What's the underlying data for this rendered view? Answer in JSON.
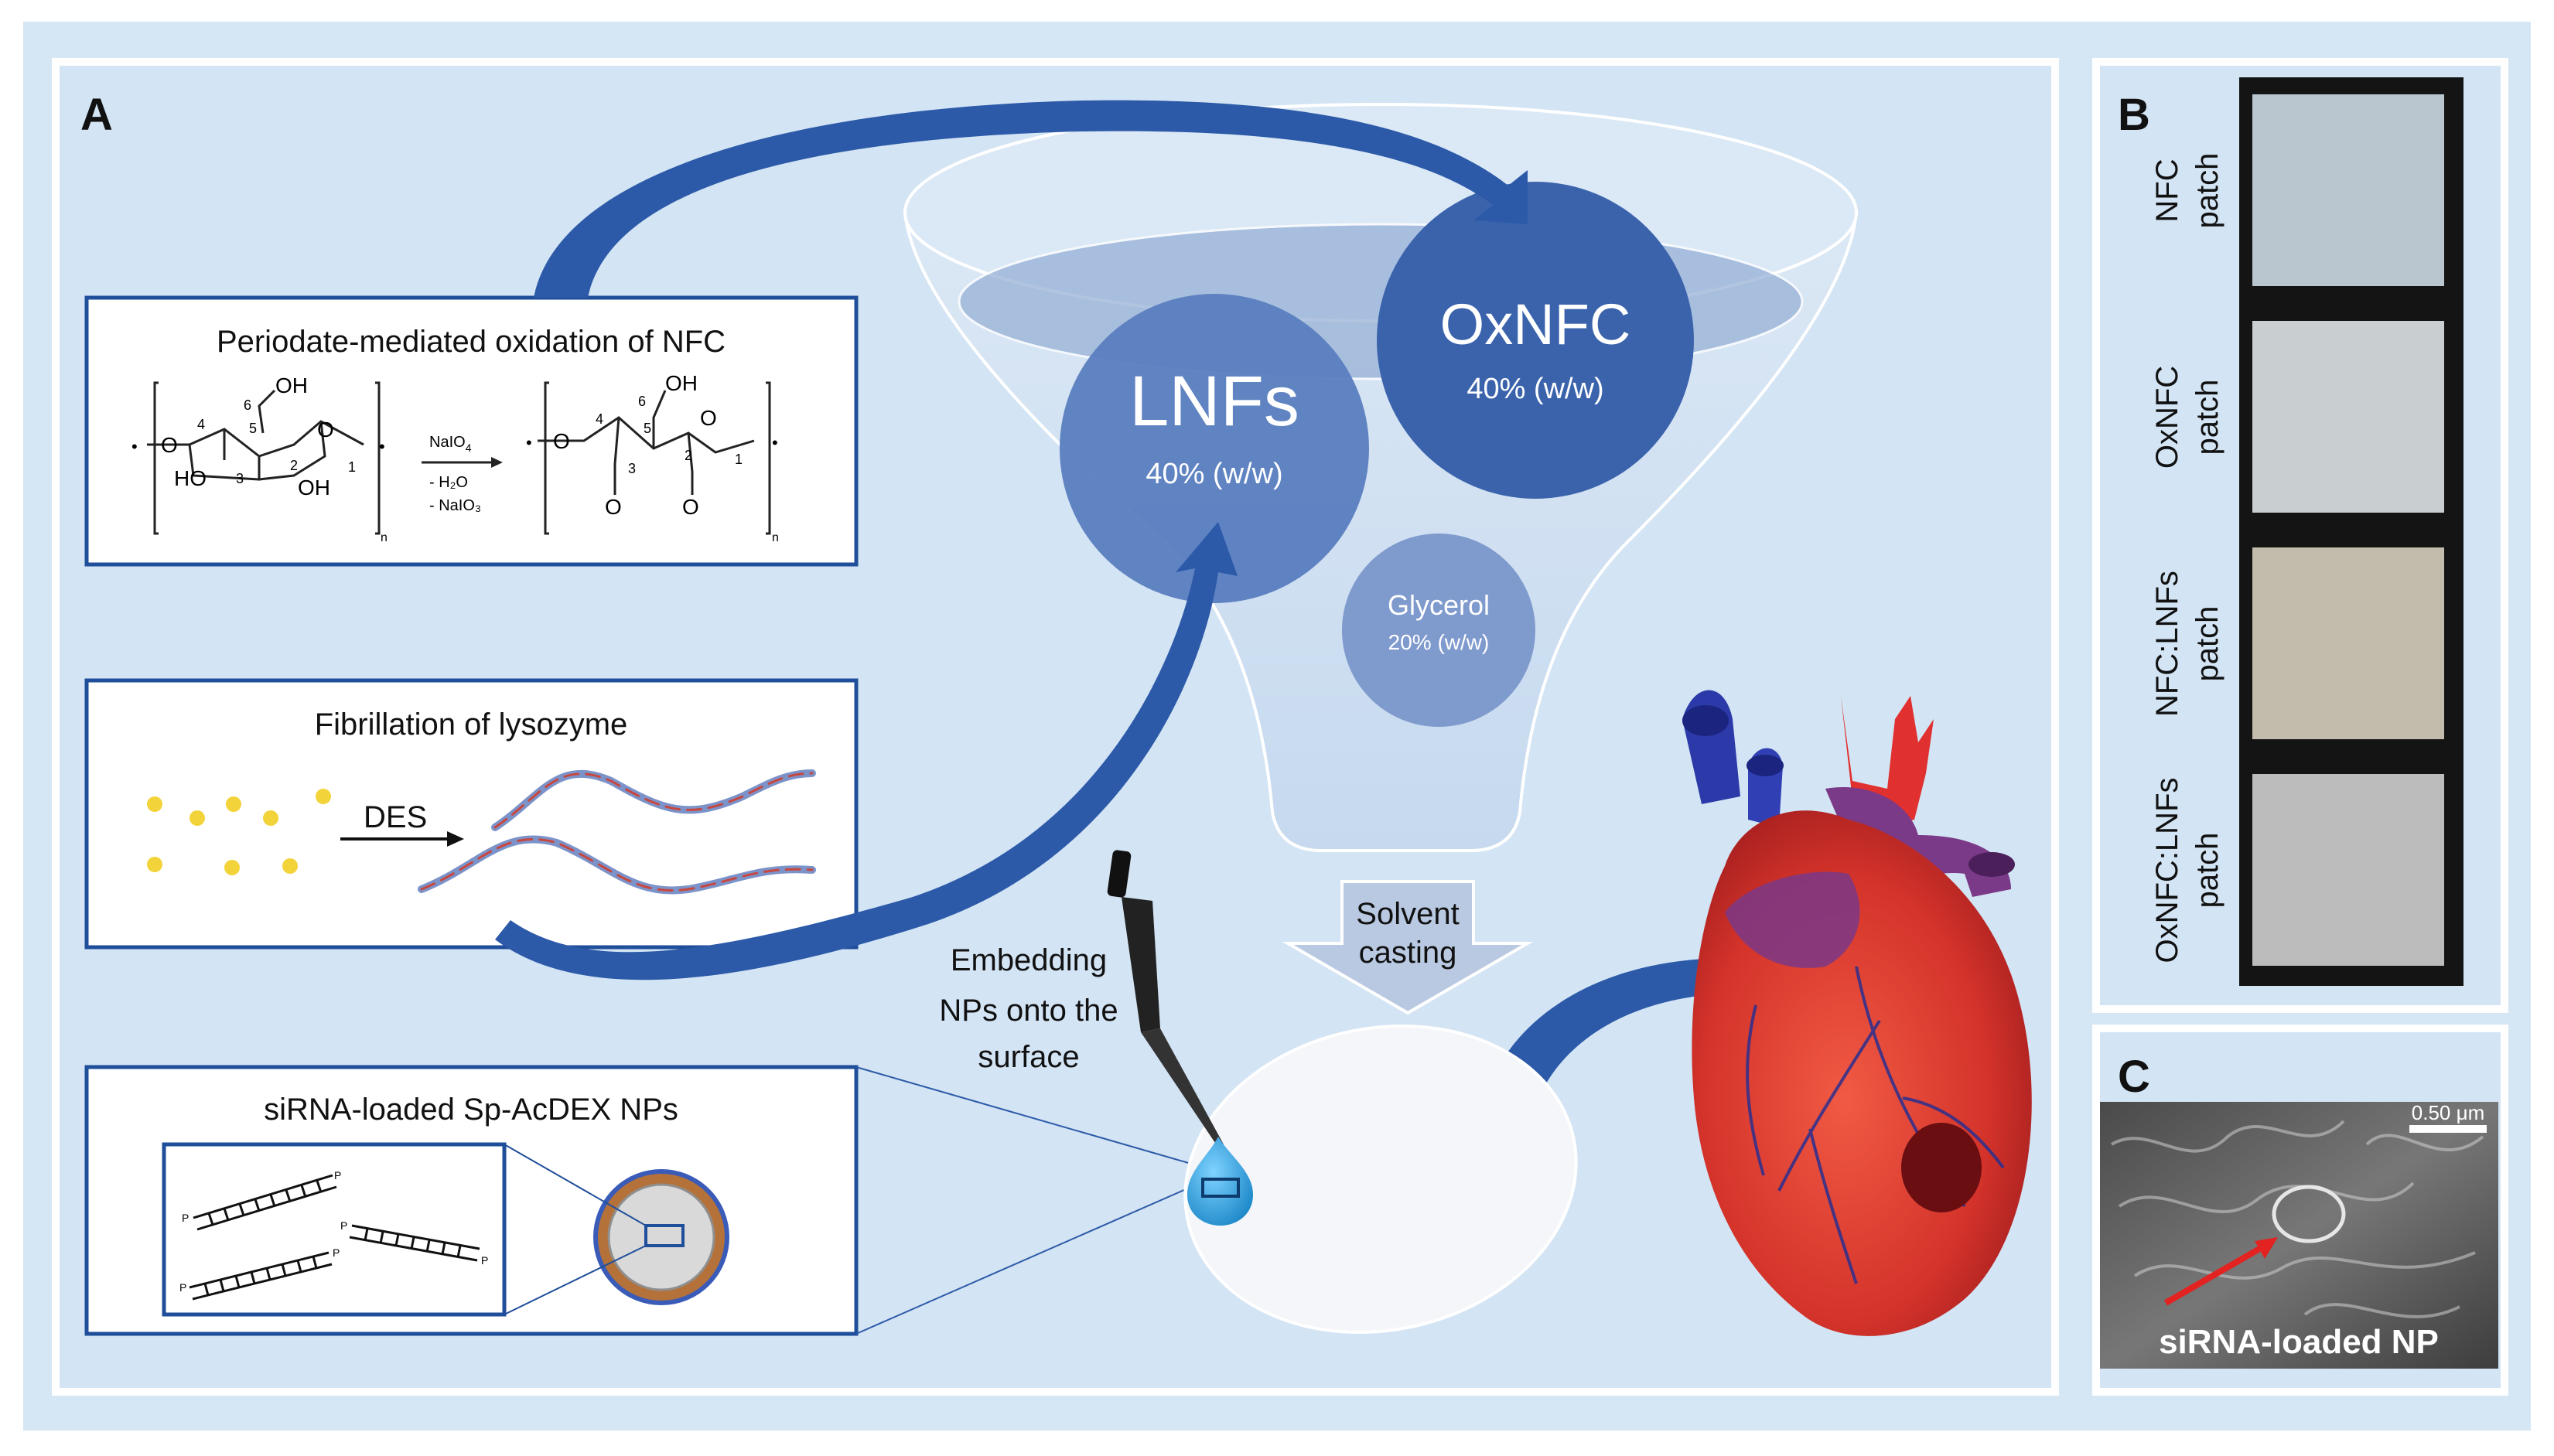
{
  "panel_a": {
    "letter": "A",
    "box_oxidation": {
      "title": "Periodate-mediated oxidation of NFC",
      "reagents": {
        "main": "NaIO",
        "sub": "4",
        "line2": "- H₂O",
        "line3": "- NaIO₃"
      },
      "atom_labels": [
        "OH",
        "6",
        "5",
        "O",
        "4",
        "1",
        "2",
        "3",
        "HO",
        "OH",
        "O",
        "n"
      ],
      "product_labels": [
        "OH",
        "6",
        "5",
        "O",
        "4",
        "2",
        "1",
        "3",
        "O",
        "O",
        "O",
        "n"
      ]
    },
    "box_fibrillation": {
      "title": "Fibrillation of lysozyme",
      "arrow_label": "DES"
    },
    "box_nps": {
      "title": "siRNA-loaded Sp-AcDEX NPs",
      "strand_label": "P"
    },
    "funnel": {
      "lnfs": {
        "name": "LNFs",
        "amount": "40% (w/w)"
      },
      "oxnfc": {
        "name": "OxNFC",
        "amount": "40% (w/w)"
      },
      "glycerol": {
        "name": "Glycerol",
        "amount": "20% (w/w)"
      }
    },
    "solvent_casting": {
      "line1": "Solvent",
      "line2": "casting"
    },
    "embedding": {
      "line1": "Embedding",
      "line2": "NPs onto the",
      "line3": "surface"
    }
  },
  "panel_b": {
    "letter": "B",
    "patches": [
      {
        "line1": "NFC",
        "line2": "patch",
        "color": "#b9c6cf"
      },
      {
        "line1": "OxNFC",
        "line2": "patch",
        "color": "#c9cfd0"
      },
      {
        "line1": "NFC:LNFs",
        "line2": "patch",
        "color": "#c2bcad"
      },
      {
        "line1": "OxNFC:LNFs",
        "line2": "patch",
        "color": "#bcbcbc"
      }
    ]
  },
  "panel_c": {
    "letter": "C",
    "scale_bar": "0.50 μm",
    "label": "siRNA-loaded NP"
  },
  "colors": {
    "background": "#d5e6f4",
    "border": "#1f4e9a",
    "arrow": "#2c5aa8",
    "circle_dark": "#3a63ac",
    "circle_mid": "#5b7fbf",
    "circle_light": "#7f9acd"
  }
}
